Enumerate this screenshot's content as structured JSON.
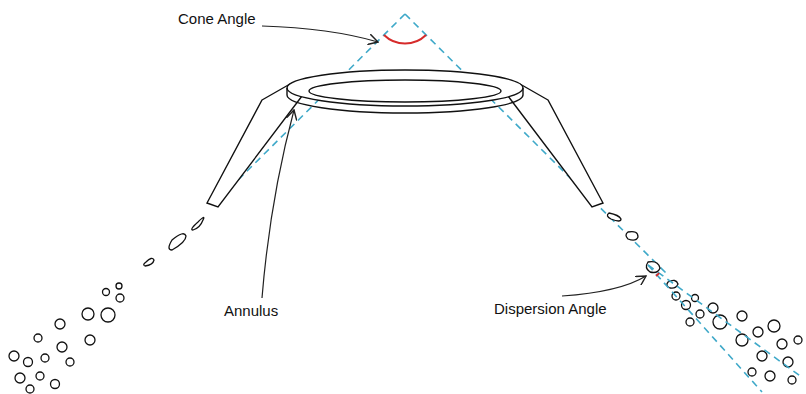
{
  "diagram": {
    "labels": [
      "Cone Angle",
      "Annulus",
      "Dispersion Angle"
    ]
  }
}
